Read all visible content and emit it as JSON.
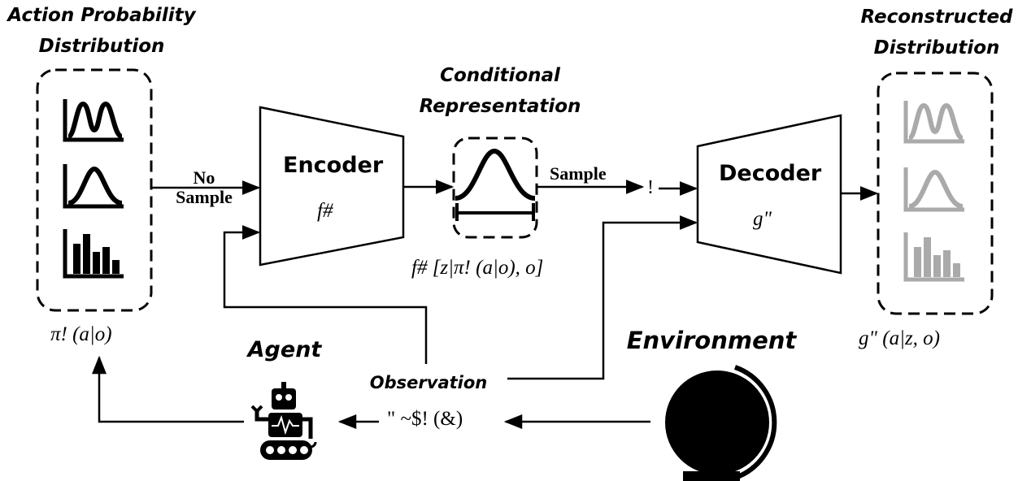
{
  "headings": {
    "action_dist": [
      "Action Probability",
      "Distribution"
    ],
    "conditional": [
      "Conditional",
      "Representation"
    ],
    "reconstructed": [
      "Reconstructed",
      "Distribution"
    ],
    "agent": "Agent",
    "environment": "Environment",
    "observation": "Observation"
  },
  "boxes": {
    "encoder": {
      "title": "Encoder",
      "func": "f#"
    },
    "decoder": {
      "title": "Decoder",
      "func": "g\""
    }
  },
  "edges": {
    "no_sample": [
      "No",
      "Sample"
    ],
    "sample": "Sample",
    "latent": "!"
  },
  "formulas": {
    "policy": "π! (a|o)",
    "encoder_output": "f# [z|π! (a|o), o]",
    "decoder_output": "g\" (a|z, o)",
    "observation": "\" ~$! (&)"
  },
  "colors": {
    "ink": "#000000",
    "faded": "#aaaaaa",
    "background": "#ffffff"
  }
}
